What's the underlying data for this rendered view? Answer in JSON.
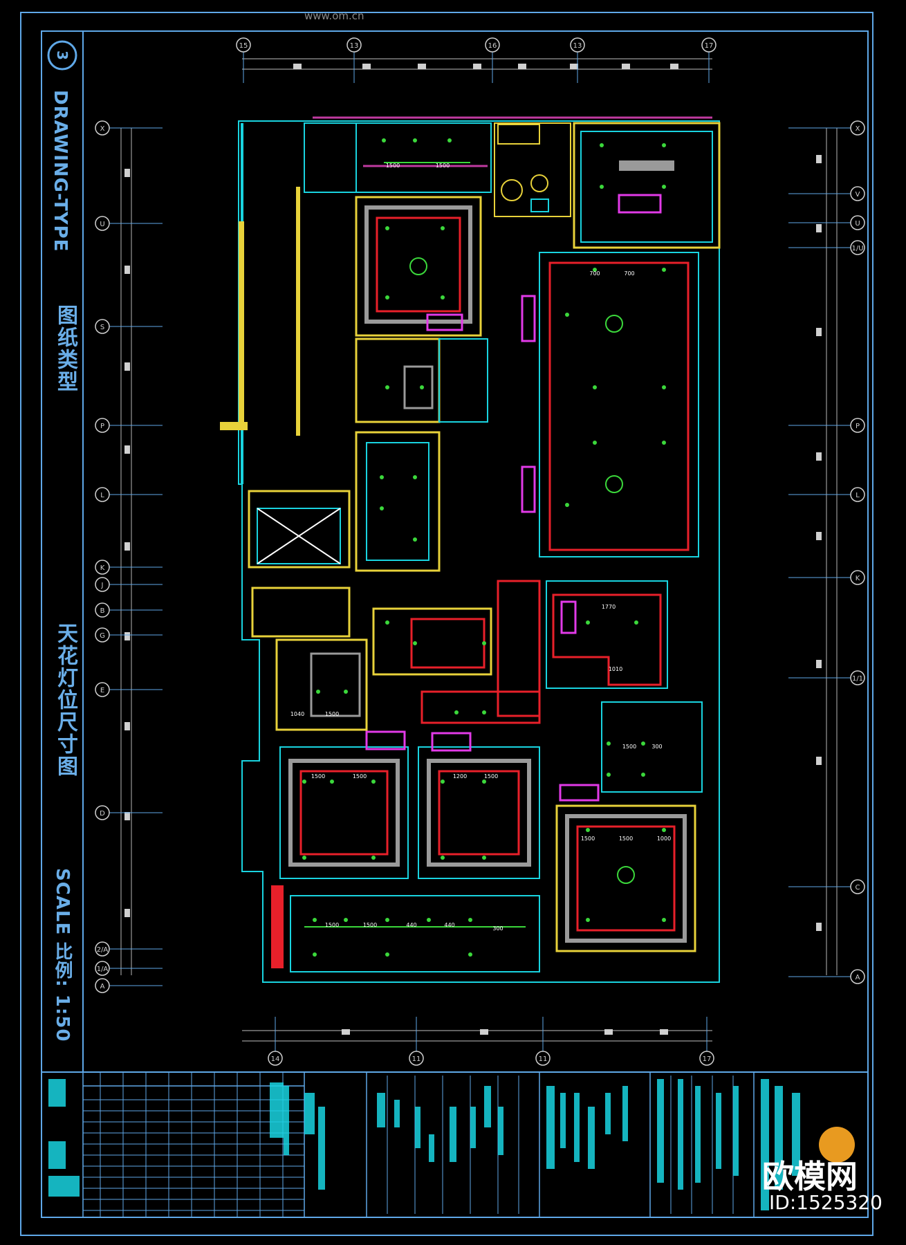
{
  "sheet": {
    "number": "3",
    "drawing_type_label": "DRAWING-TYPE",
    "drawing_type_cn": "图纸类型",
    "drawing_title_cn": "天花灯位尺寸图",
    "scale_label": "SCALE 比例: 1:50"
  },
  "grid": {
    "top": [
      "15",
      "13",
      "16",
      "13",
      "17"
    ],
    "bottom": [
      "14",
      "11",
      "11",
      "17"
    ],
    "left": [
      "X",
      "U",
      "S",
      "P",
      "L",
      "K",
      "J",
      "B",
      "G",
      "E",
      "D",
      "2/A",
      "1/A",
      "A"
    ],
    "right": [
      "X",
      "V",
      "U",
      "1/U",
      "P",
      "L",
      "K",
      "1/1",
      "C",
      "A"
    ]
  },
  "dimensions": [
    "1500",
    "1500",
    "700",
    "700",
    "1770",
    "1010",
    "1500",
    "1500",
    "1200",
    "1500",
    "1500",
    "1500",
    "1000",
    "1500",
    "1500",
    "440",
    "440",
    "1500",
    "300",
    "300",
    "1040",
    "1500"
  ],
  "watermark": {
    "brand": "欧模网",
    "site": "www.om.cn",
    "id": "ID:1525320"
  },
  "colors": {
    "background": "#000000",
    "frame": "#5fa8e8",
    "wall_cyan": "#19d4e0",
    "wall_yellow": "#e8d23a",
    "fixture_green": "#3bd83b",
    "ceiling_red": "#e8202a",
    "ceiling_grey": "#9a9a9a",
    "equipment_magenta": "#e23ae8"
  }
}
